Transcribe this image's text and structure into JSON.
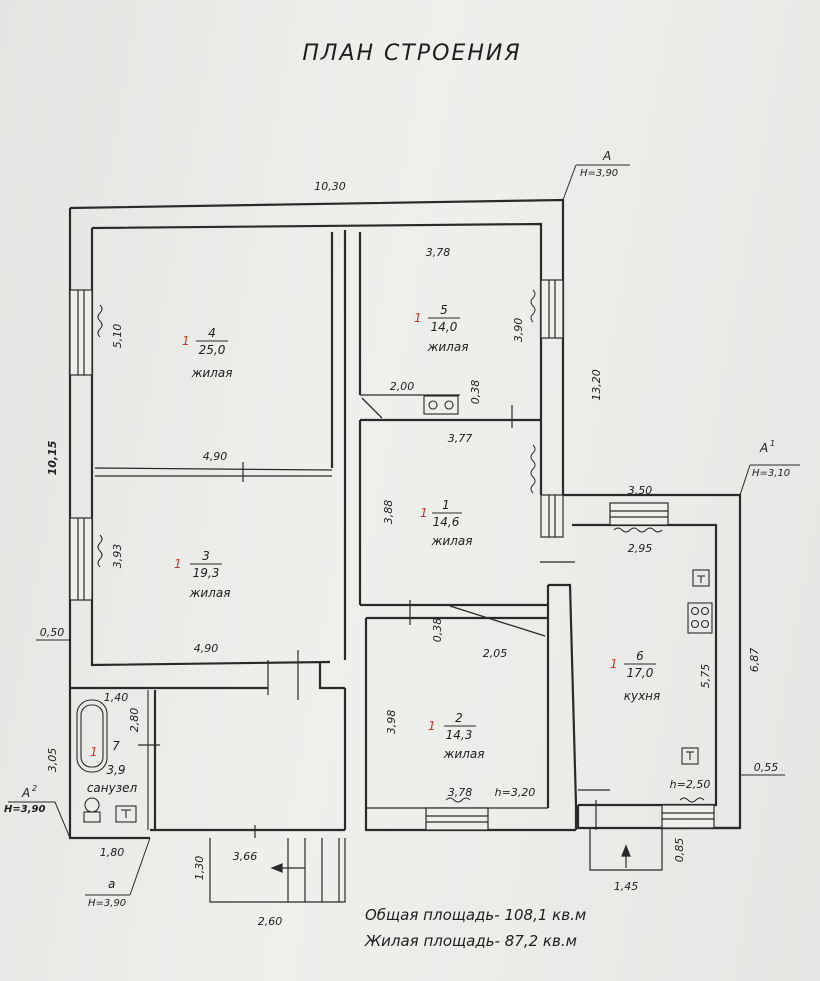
{
  "title": "ПЛАН СТРОЕНИЯ",
  "section_marks": {
    "A_top": {
      "letter": "А",
      "height": "H=3,90"
    },
    "A1": {
      "letter": "А",
      "sup": "1",
      "height": "H=3,10"
    },
    "A2": {
      "letter": "А",
      "sup": "2",
      "height": "H=3,90"
    },
    "a": {
      "letter": "а",
      "height": "H=3,90"
    }
  },
  "rooms": [
    {
      "id": "4",
      "marker": "1",
      "area": "25,0",
      "type": "жилая"
    },
    {
      "id": "5",
      "marker": "1",
      "area": "14,0",
      "type": "жилая"
    },
    {
      "id": "1",
      "marker": "1",
      "area": "14,6",
      "type": "жилая"
    },
    {
      "id": "3",
      "marker": "1",
      "area": "19,3",
      "type": "жилая"
    },
    {
      "id": "2",
      "marker": "1",
      "area": "14,3",
      "type": "жилая"
    },
    {
      "id": "6",
      "marker": "1",
      "area": "17,0",
      "type": "кухня"
    },
    {
      "id": "7",
      "marker": "1",
      "area": "3,9",
      "type": "санузел"
    }
  ],
  "dimensions": {
    "top_width": "10,30",
    "left_height": "10,15",
    "room4_height": "5,10",
    "room4_width": "4,90",
    "room3_height": "3,93",
    "room3_width": "4,90",
    "room5_width": "3,78",
    "room5_height": "3,90",
    "niche_width": "2,00",
    "niche_depth": "0,38",
    "room1_width": "3,77",
    "room1_height": "3,88",
    "right_total": "13,20",
    "ext_width_top": "3,50",
    "kitchen_width": "2,95",
    "kitchen_height": "5,75",
    "ext_height": "6,87",
    "ext_offset": "0,55",
    "kitchen_ceiling": "h=2,50",
    "niche2_depth": "0,38",
    "room2_width_top": "2,05",
    "room2_height": "3,98",
    "room2_width": "3,78",
    "room2_ceiling": "h=3,20",
    "wall_offset": "0,50",
    "bath_width": "1,40",
    "bath_height": "2,80",
    "wc_height": "3,05",
    "bottom_left": "1,80",
    "porch_height": "1,30",
    "porch_inner": "3,66",
    "porch_width": "2,60",
    "kitchen_porch_width": "1,45",
    "kitchen_porch_depth": "0,85"
  },
  "totals": {
    "total_area": "Общая площадь- 108,1 кв.м",
    "living_area": "Жилая площадь- 87,2 кв.м"
  }
}
